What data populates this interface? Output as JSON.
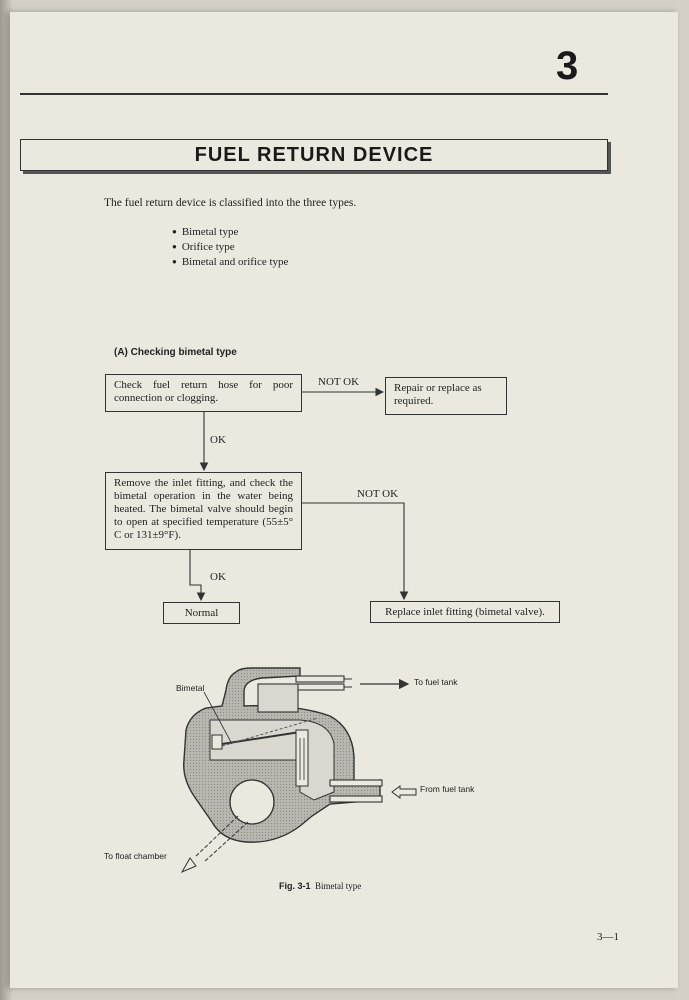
{
  "chapter_number": "3",
  "title": "FUEL RETURN DEVICE",
  "intro": "The fuel return device is classified into the three types.",
  "types": [
    "Bimetal type",
    "Orifice type",
    "Bimetal and orifice type"
  ],
  "section_heading": "(A) Checking bimetal type",
  "flowchart": {
    "step1": "Check fuel return hose for poor connection or clogging.",
    "step1_not_ok_label": "NOT OK",
    "step1_not_ok_action": "Repair or replace as required.",
    "step1_ok_label": "OK",
    "step2": "Remove the inlet fitting, and check the bimetal operation in the water being heated. The bimetal valve should begin to open at specified temperature (55±5° C or 131±9°F).",
    "step2_not_ok_label": "NOT OK",
    "step2_not_ok_action": "Replace inlet fitting (bimetal valve).",
    "step2_ok_label": "OK",
    "step2_ok_result": "Normal"
  },
  "diagram": {
    "label_bimetal": "Bimetal",
    "label_to_fuel_tank": "To fuel tank",
    "label_from_fuel_tank": "From fuel tank",
    "label_to_float_chamber": "To float chamber"
  },
  "figure": {
    "number": "Fig. 3-1",
    "caption": "Bimetal type"
  },
  "page_number": "3—1"
}
